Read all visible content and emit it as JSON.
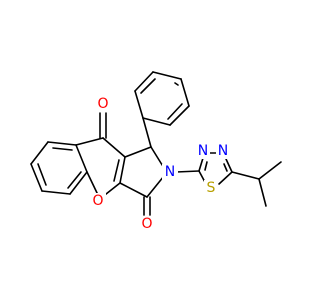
{
  "colors": {
    "bond": "#000000",
    "oxygen": "#ff0000",
    "nitrogen": "#0000ff",
    "sulfur": "#b8a000",
    "background": "#ffffff"
  },
  "atoms": {
    "o_carbonyl_top": "O",
    "o_carbonyl_bottom": "O",
    "o_ring": "O",
    "n_pyrrolidine": "N",
    "n_thiadiazole_1": "N",
    "n_thiadiazole_2": "N",
    "s_thiadiazole": "S"
  }
}
